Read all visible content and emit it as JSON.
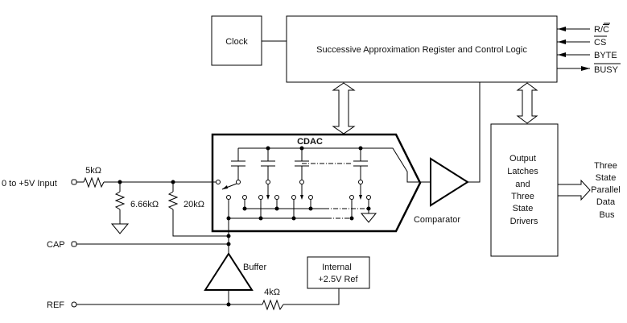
{
  "diagram": {
    "blocks": {
      "clock": "Clock",
      "sar": "Successive Approximation Register and Control Logic",
      "cdac": "CDAC",
      "comparator": "Comparator",
      "output_latches": [
        "Output",
        "Latches",
        "and",
        "Three",
        "State",
        "Drivers"
      ],
      "buffer": "Buffer",
      "internal_ref": [
        "Internal",
        "+2.5V Ref"
      ]
    },
    "pins": {
      "input": "0 to +5V Input",
      "cap": "CAP",
      "ref": "REF",
      "rc_r": "R/",
      "rc_c": "C",
      "cs": "CS",
      "byte": "BYTE",
      "busy": "BUSY"
    },
    "resistors": {
      "r_input": "5kΩ",
      "r_ground": "6.66kΩ",
      "r_cap": "20kΩ",
      "r_ref": "4kΩ"
    },
    "bus_output": [
      "Three",
      "State",
      "Parallel",
      "Data",
      "Bus"
    ]
  }
}
